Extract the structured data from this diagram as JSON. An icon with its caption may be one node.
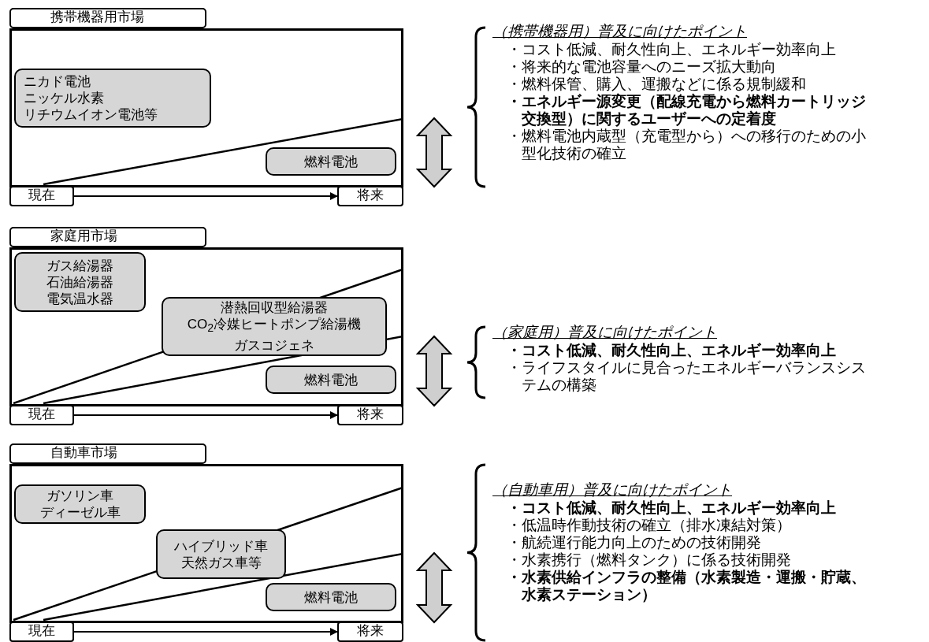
{
  "diagram": {
    "nodes": [
      {
        "text": [
          "携帯機器用市場"
        ]
      },
      {
        "text": [
          "ニカド電池",
          "ニッケル水素",
          "リチウムイオン電池等"
        ],
        "in": 0
      },
      {
        "text": [
          "燃料電池"
        ],
        "in": 0
      },
      {
        "text": [
          "現在"
        ]
      },
      {
        "text": [
          "将来"
        ]
      },
      {
        "text": [
          "家庭用市場"
        ]
      },
      {
        "text": [
          "ガス給湯器",
          "石油給湯器",
          "電気温水器"
        ],
        "in": 5
      },
      {
        "text": [
          "潜熱回収型給湯器",
          "CO$_{2}$冷媒ヒートポンプ給湯機",
          "ガスコジェネ"
        ],
        "in": 5
      },
      {
        "text": [
          "燃料電池"
        ],
        "in": 5
      },
      {
        "text": [
          "現在"
        ]
      },
      {
        "text": [
          "将来"
        ]
      },
      {
        "text": [
          "自動車市場"
        ]
      },
      {
        "text": [
          "ガソリン車",
          "ディーゼル車"
        ],
        "in": 11
      },
      {
        "text": [
          "ハイブリッド車",
          "天然ガス車等"
        ],
        "in": 11
      },
      {
        "text": [
          "燃料電池"
        ],
        "in": 11
      },
      {
        "text": [
          "現在"
        ]
      },
      {
        "text": [
          "将来"
        ]
      }
    ],
    "edges": [
      {
        "from": 3,
        "to": 4,
        "arrow": "to"
      },
      {
        "from": 9,
        "to": 10,
        "arrow": "to"
      },
      {
        "from": 15,
        "to": 16,
        "arrow": "to"
      }
    ],
    "labels": [
      "（携帯機器用）普及に向けたポイント",
      "・コスト低減、耐久性向上、エネルギー効率向上",
      "・将来的な電池容量へのニーズ拡大動向",
      "・燃料保管、購入、運搬などに係る規制緩和",
      "・エネルギー源変更（配線充電から燃料カートリッジ交換型）に関するユーザーへの定着度",
      "・燃料電池内蔵型（充電型から）への移行のための小型化技術の確立",
      "（家庭用）普及に向けたポイント",
      "・コスト低減、耐久性向上、エネルギー効率向上",
      "・ライフスタイルに見合ったエネルギーバランスシステムの構築",
      "（自動車用）普及に向けたポイント",
      "・コスト低減、耐久性向上、エネルギー効率向上",
      "・低温時作動技術の確立（排水凍結対策）",
      "・航続運行能力向上のための技術開発",
      "・水素携行（燃料タンク）に係る技術開発",
      "・水素供給インフラの整備（水素製造・運搬・貯蔵、水素ステーション）"
    ]
  }
}
